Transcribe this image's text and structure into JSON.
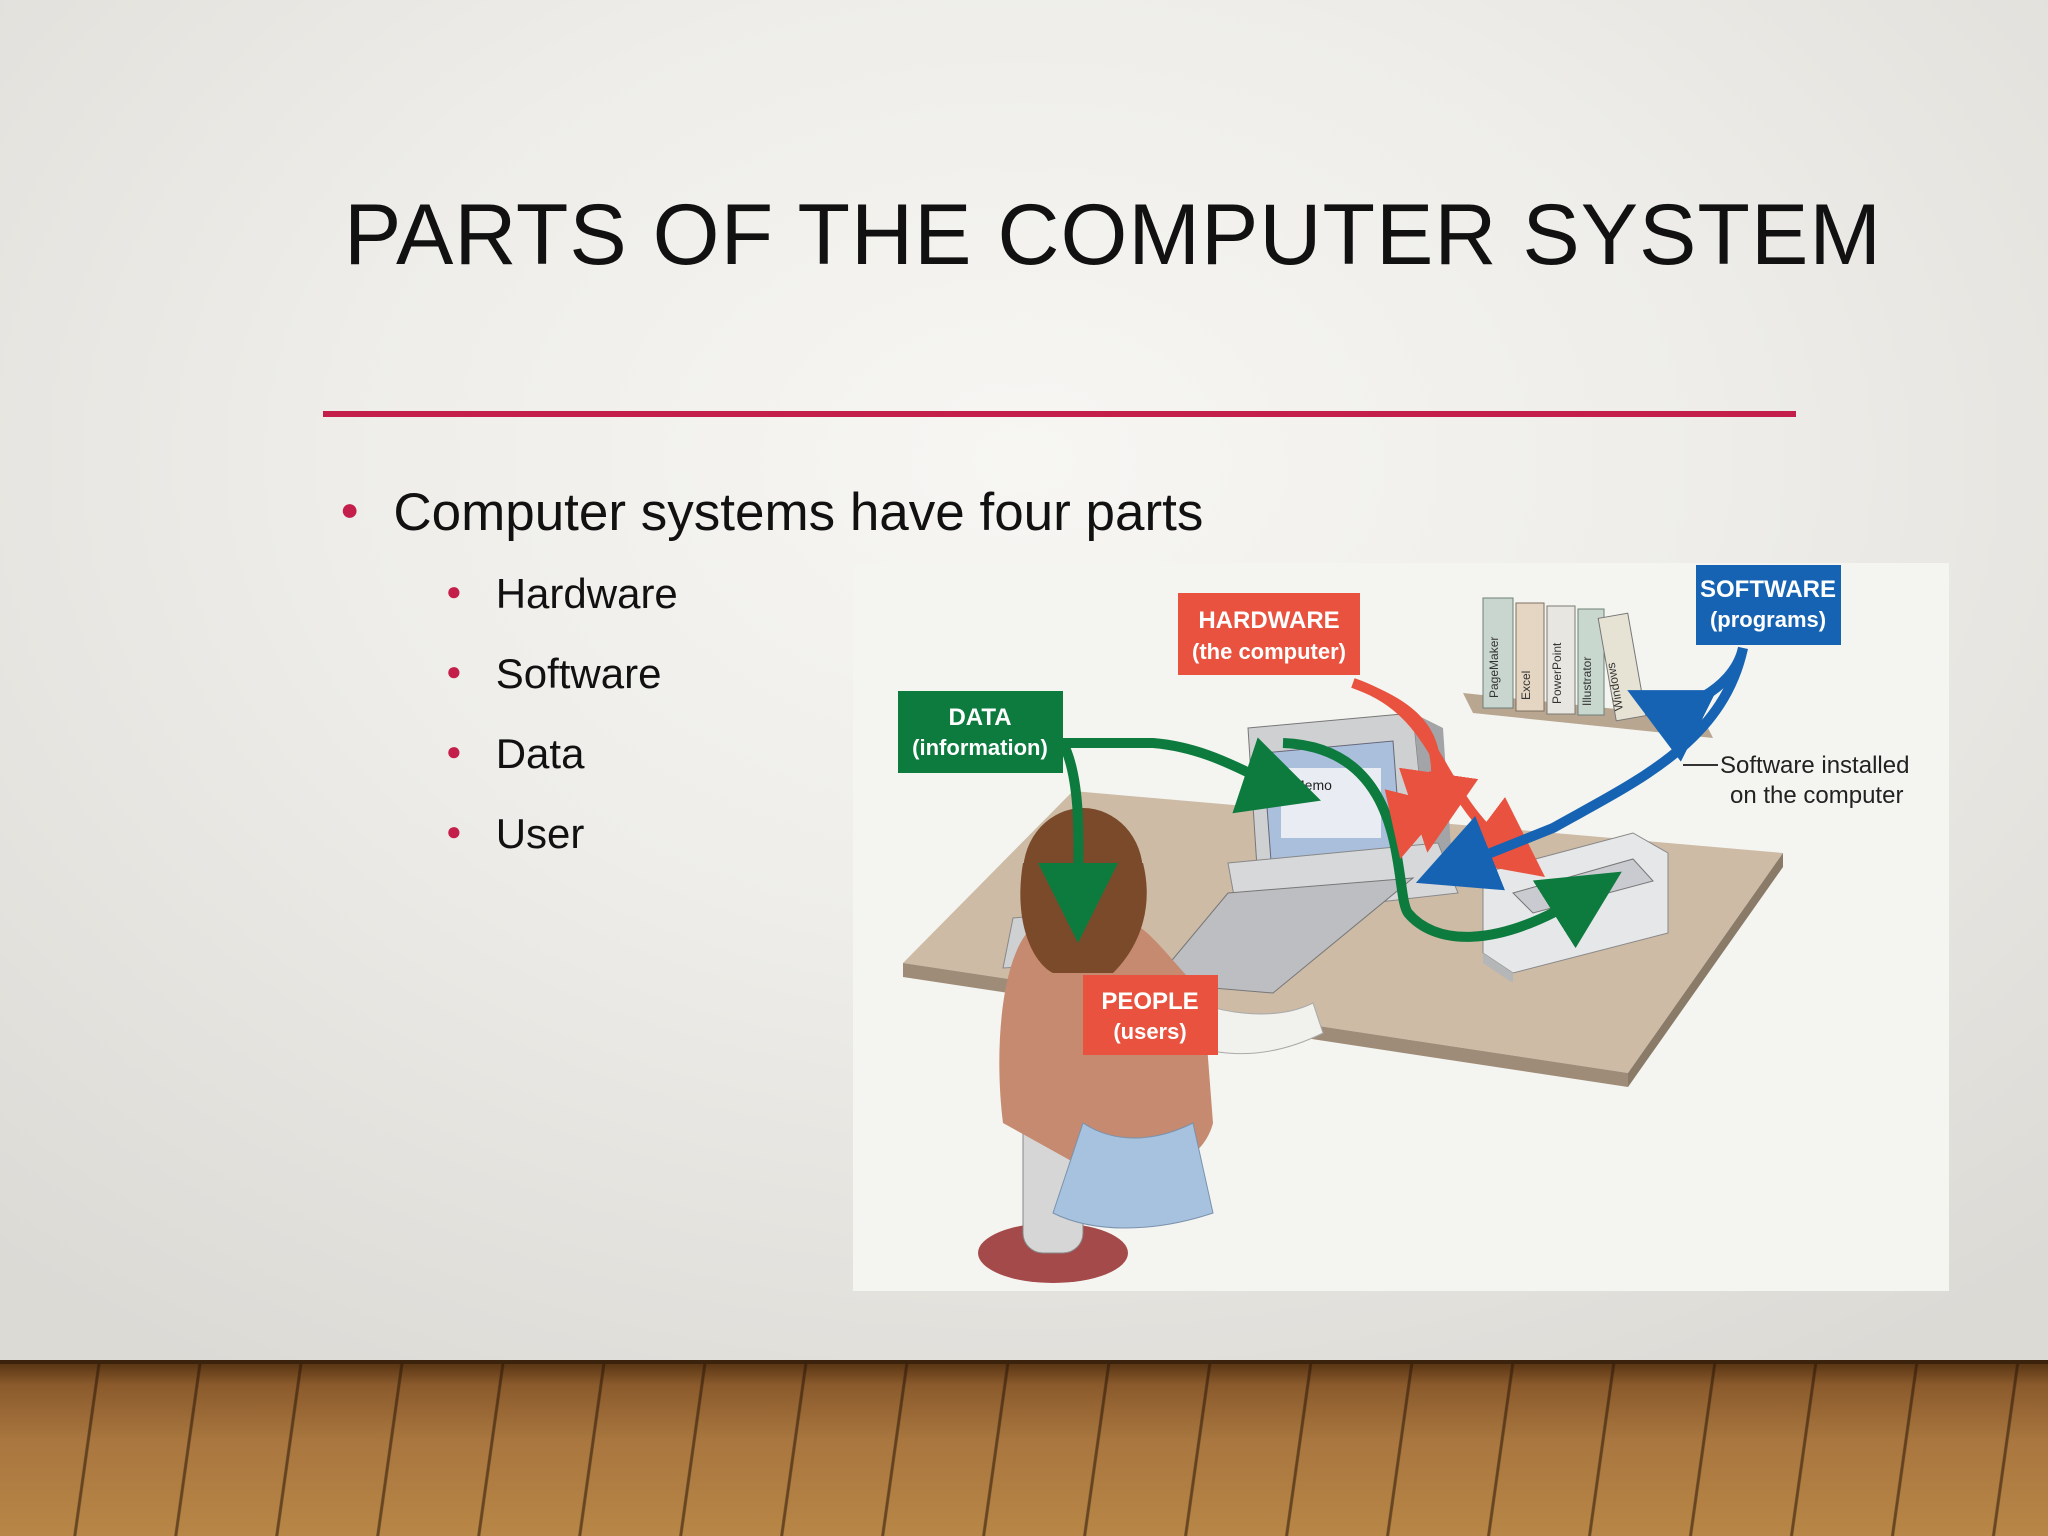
{
  "slide": {
    "title": "PARTS OF THE COMPUTER SYSTEM",
    "main_bullet": "Computer systems have four parts",
    "sub_bullets": [
      "Hardware",
      "Software",
      "Data",
      "User"
    ]
  },
  "figure": {
    "hardware_label": "HARDWARE",
    "hardware_sub": "(the computer)",
    "software_label": "SOFTWARE",
    "software_sub": "(programs)",
    "data_label": "DATA",
    "data_sub": "(information)",
    "people_label": "PEOPLE",
    "people_sub": "(users)",
    "installed_line1": "Software installed",
    "installed_line2": "on the computer",
    "screen_text": "Memo",
    "book_titles": [
      "PageMaker",
      "Excel",
      "PowerPoint",
      "Illustrator",
      "Windows"
    ]
  },
  "colors": {
    "accent": "#c41e4a",
    "hardware": "#e8523e",
    "software": "#1763b3",
    "data": "#0d7a3e",
    "people": "#e8523e"
  }
}
